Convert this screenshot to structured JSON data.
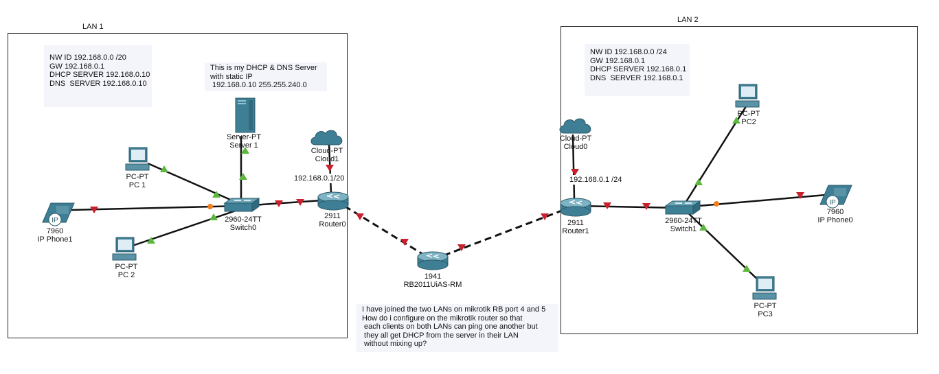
{
  "lan1": {
    "title": "LAN 1",
    "info_lines": [
      "NW ID 192.168.0.0 /20",
      "GW 192.168.0.1",
      "DHCP SERVER 192.168.0.10",
      "DNS  SERVER 192.168.0.10"
    ],
    "server_note_lines": [
      "This is my DHCP & DNS Server",
      "with static IP",
      " 192.168.0.10 255.255.240.0"
    ],
    "router_ip": "192.168.0.1/20",
    "devices": {
      "server": {
        "type": "Server-PT",
        "name": "Server 1"
      },
      "cloud": {
        "type": "Cloud-PT",
        "name": "Cloud1"
      },
      "pc1": {
        "type": "PC-PT",
        "name": "PC 1"
      },
      "pc2": {
        "type": "PC-PT",
        "name": "PC 2"
      },
      "phone": {
        "type": "7960",
        "name": "IP Phone1"
      },
      "switch": {
        "type": "2960-24TT",
        "name": "Switch0"
      },
      "router": {
        "type": "2911",
        "name": "Router0"
      }
    }
  },
  "lan2": {
    "title": "LAN 2",
    "info_lines": [
      "NW ID 192.168.0.0 /24",
      "GW 192.168.0.1",
      "DHCP SERVER 192.168.0.1",
      "DNS  SERVER 192.168.0.1"
    ],
    "router_ip": "192.168.0.1 /24",
    "devices": {
      "cloud": {
        "type": "Cloud-PT",
        "name": "Cloud0"
      },
      "router": {
        "type": "2911",
        "name": "Router1"
      },
      "switch": {
        "type": "2960-24TT",
        "name": "Switch1"
      },
      "pc2": {
        "type": "PC-PT",
        "name": "PC2"
      },
      "pc3": {
        "type": "PC-PT",
        "name": "PC3"
      },
      "phone": {
        "type": "7960",
        "name": "IP Phone0"
      }
    }
  },
  "center": {
    "router": {
      "type": "1941",
      "name": "RB2011UiAS-RM"
    },
    "question_lines": [
      "I have joined the two LANs on mikrotik RB port 4 and 5",
      "How do i configure on the mikrotik router so that",
      " each clients on both LANs can ping one another but",
      " they all get DHCP from the server in their LAN",
      " without mixing up?"
    ]
  },
  "colors": {
    "link": "#111111",
    "link_up": "#5cb83c",
    "link_down": "#c8202c",
    "link_pending": "#f07f1e",
    "device_body": "#3f7f95",
    "note_bg": "#f3f5fb"
  },
  "icons": {
    "router": "router-icon",
    "switch": "switch-icon",
    "pc": "pc-icon",
    "server": "server-icon",
    "cloud": "cloud-icon",
    "phone": "ip-phone-icon"
  }
}
